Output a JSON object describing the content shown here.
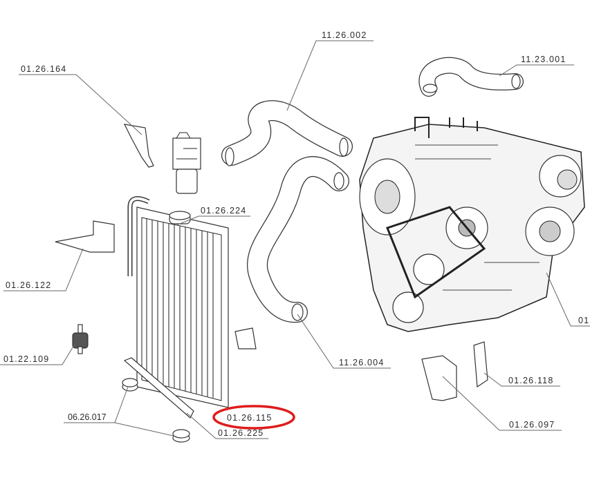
{
  "diagram": {
    "highlight_color": "#e01b1b",
    "highlighted_part": "01.26.115",
    "labels": {
      "hose_upper": "11.26.002",
      "hose_turbo": "11.23.001",
      "bracket_filter": "01.26.164",
      "radiator_cap": "01.26.224",
      "bracket_left": "01.26.122",
      "mount_stud": "01.22.109",
      "hose_lower": "11.26.004",
      "rubber_pad": "06.26.017",
      "radiator": "01.26.115",
      "bottom_bracket": "01.26.225",
      "bracket_right": "01.26.118",
      "bracket_support": "01.26.097",
      "engine_cut": "01"
    }
  }
}
